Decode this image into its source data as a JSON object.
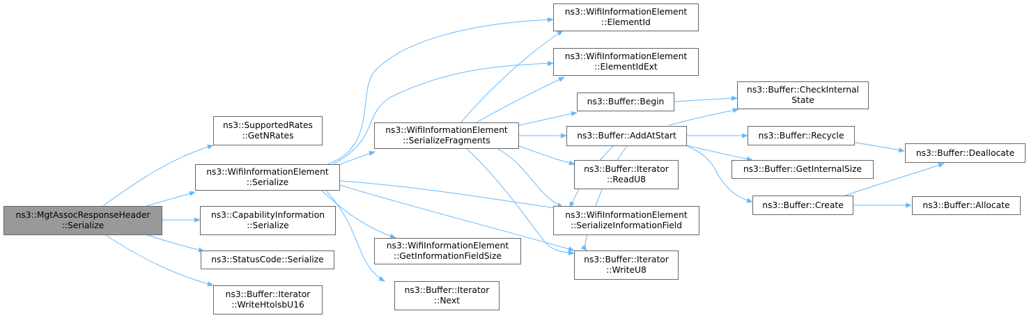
{
  "colors": {
    "edge": "#63b8ff",
    "node_border": "#666666",
    "root_fill": "#999999",
    "node_fill": "#ffffff"
  },
  "nodes": {
    "root": [
      "ns3::MgtAssocResponseHeader",
      "::Serialize"
    ],
    "sr_getnrates": [
      "ns3::SupportedRates",
      "::GetNRates"
    ],
    "wie_serialize": [
      "ns3::WifiInformationElement",
      "::Serialize"
    ],
    "cap_serialize": [
      "ns3::CapabilityInformation",
      "::Serialize"
    ],
    "status_serialize": [
      "ns3::StatusCode::Serialize"
    ],
    "it_writehtolsbu16": [
      "ns3::Buffer::Iterator",
      "::WriteHtolsbU16"
    ],
    "wie_serializefragments": [
      "ns3::WifiInformationElement",
      "::SerializeFragments"
    ],
    "wie_getinfofieldsize": [
      "ns3::WifiInformationElement",
      "::GetInformationFieldSize"
    ],
    "it_next": [
      "ns3::Buffer::Iterator",
      "::Next"
    ],
    "wie_elementid": [
      "ns3::WifiInformationElement",
      "::ElementId"
    ],
    "wie_elementidext": [
      "ns3::WifiInformationElement",
      "::ElementIdExt"
    ],
    "buf_begin": [
      "ns3::Buffer::Begin"
    ],
    "buf_addatstart": [
      "ns3::Buffer::AddAtStart"
    ],
    "it_readu8": [
      "ns3::Buffer::Iterator",
      "::ReadU8"
    ],
    "wie_serializeinfofield": [
      "ns3::WifiInformationElement",
      "::SerializeInformationField"
    ],
    "it_writeu8": [
      "ns3::Buffer::Iterator",
      "::WriteU8"
    ],
    "buf_checkinternalstate": [
      "ns3::Buffer::CheckInternal",
      "State"
    ],
    "buf_recycle": [
      "ns3::Buffer::Recycle"
    ],
    "buf_getinternalsize": [
      "ns3::Buffer::GetInternalSize"
    ],
    "buf_create": [
      "ns3::Buffer::Create"
    ],
    "buf_deallocate": [
      "ns3::Buffer::Deallocate"
    ],
    "buf_allocate": [
      "ns3::Buffer::Allocate"
    ]
  }
}
